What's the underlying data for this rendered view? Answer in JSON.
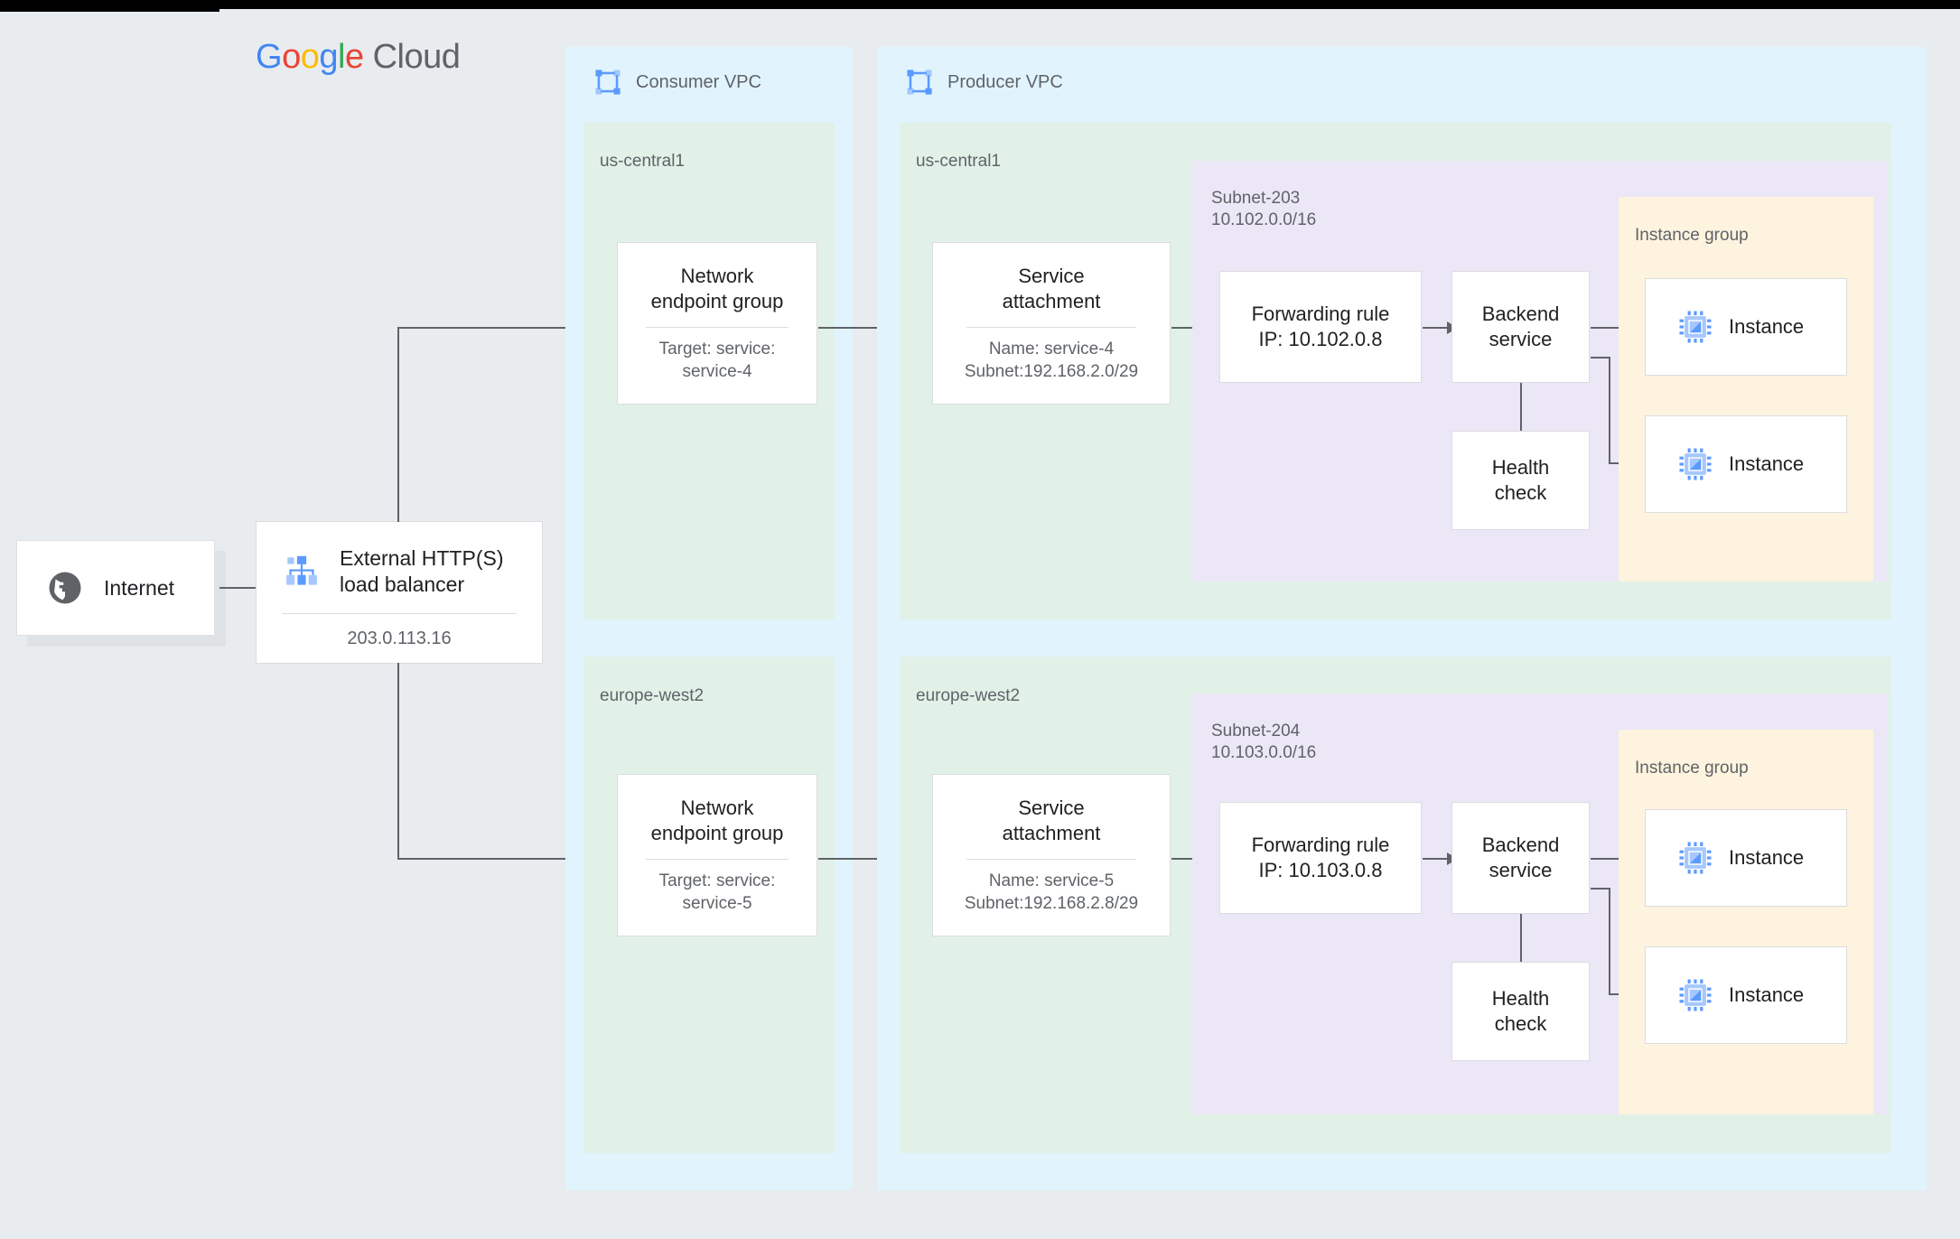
{
  "branding": {
    "google": [
      "G",
      "o",
      "o",
      "g",
      "l",
      "e"
    ],
    "cloud_word": "Cloud",
    "colors": {
      "blue": "#4285f4",
      "red": "#ea4335",
      "yellow": "#fbbc05",
      "green": "#34a853",
      "grey": "#5f6368"
    }
  },
  "palette": {
    "canvas": "#e8ecef",
    "vpc_blue": "#e1f4fd",
    "region_green": "#e2f1e8",
    "subnet_purple": "#ece7f6",
    "instance_yellow": "#fdf3de",
    "card_white": "#ffffff",
    "border_grey": "#dadce0",
    "text_dark": "#202124",
    "text_grey": "#5f6368",
    "connector": "#5f6368",
    "icon_blue": "#5b9aff",
    "icon_blue_light": "#a6c8ff",
    "globe_grey": "#5f6368"
  },
  "external": {
    "internet": {
      "label": "Internet",
      "icon": "globe-icon"
    },
    "load_balancer": {
      "title": "External HTTP(S)\nload balancer",
      "ip": "203.0.113.16",
      "icon": "load-balancer-icon"
    }
  },
  "vpcs": [
    {
      "id": "consumer",
      "title": "Consumer VPC",
      "icon": "vpc-network-icon"
    },
    {
      "id": "producer",
      "title": "Producer VPC",
      "icon": "vpc-network-icon"
    }
  ],
  "regions": {
    "consumer_top": "us-central1",
    "consumer_bottom": "europe-west2",
    "producer_top": "us-central1",
    "producer_bottom": "europe-west2"
  },
  "rows": [
    {
      "id": "row-us-central1",
      "region": "us-central1",
      "neg": {
        "title": "Network\nendpoint group",
        "sub": "Target: service:\nservice-4"
      },
      "service_attachment": {
        "title": "Service\nattachment",
        "sub": "Name: service-4\nSubnet:192.168.2.0/29"
      },
      "subnet": {
        "name": "Subnet-203",
        "cidr": "10.102.0.0/16"
      },
      "forwarding_rule": {
        "title": "Forwarding rule\nIP: 10.102.0.8"
      },
      "backend_service": {
        "title": "Backend\nservice"
      },
      "health_check": {
        "title": "Health\ncheck"
      },
      "instance_group": {
        "label": "Instance group",
        "instances": [
          {
            "label": "Instance",
            "icon": "compute-instance-icon"
          },
          {
            "label": "Instance",
            "icon": "compute-instance-icon"
          }
        ]
      }
    },
    {
      "id": "row-europe-west2",
      "region": "europe-west2",
      "neg": {
        "title": "Network\nendpoint group",
        "sub": "Target: service:\nservice-5"
      },
      "service_attachment": {
        "title": "Service\nattachment",
        "sub": "Name: service-5\nSubnet:192.168.2.8/29"
      },
      "subnet": {
        "name": "Subnet-204",
        "cidr": "10.103.0.0/16"
      },
      "forwarding_rule": {
        "title": "Forwarding rule\nIP: 10.103.0.8"
      },
      "backend_service": {
        "title": "Backend\nservice"
      },
      "health_check": {
        "title": "Health\ncheck"
      },
      "instance_group": {
        "label": "Instance group",
        "instances": [
          {
            "label": "Instance",
            "icon": "compute-instance-icon"
          },
          {
            "label": "Instance",
            "icon": "compute-instance-icon"
          }
        ]
      }
    }
  ]
}
